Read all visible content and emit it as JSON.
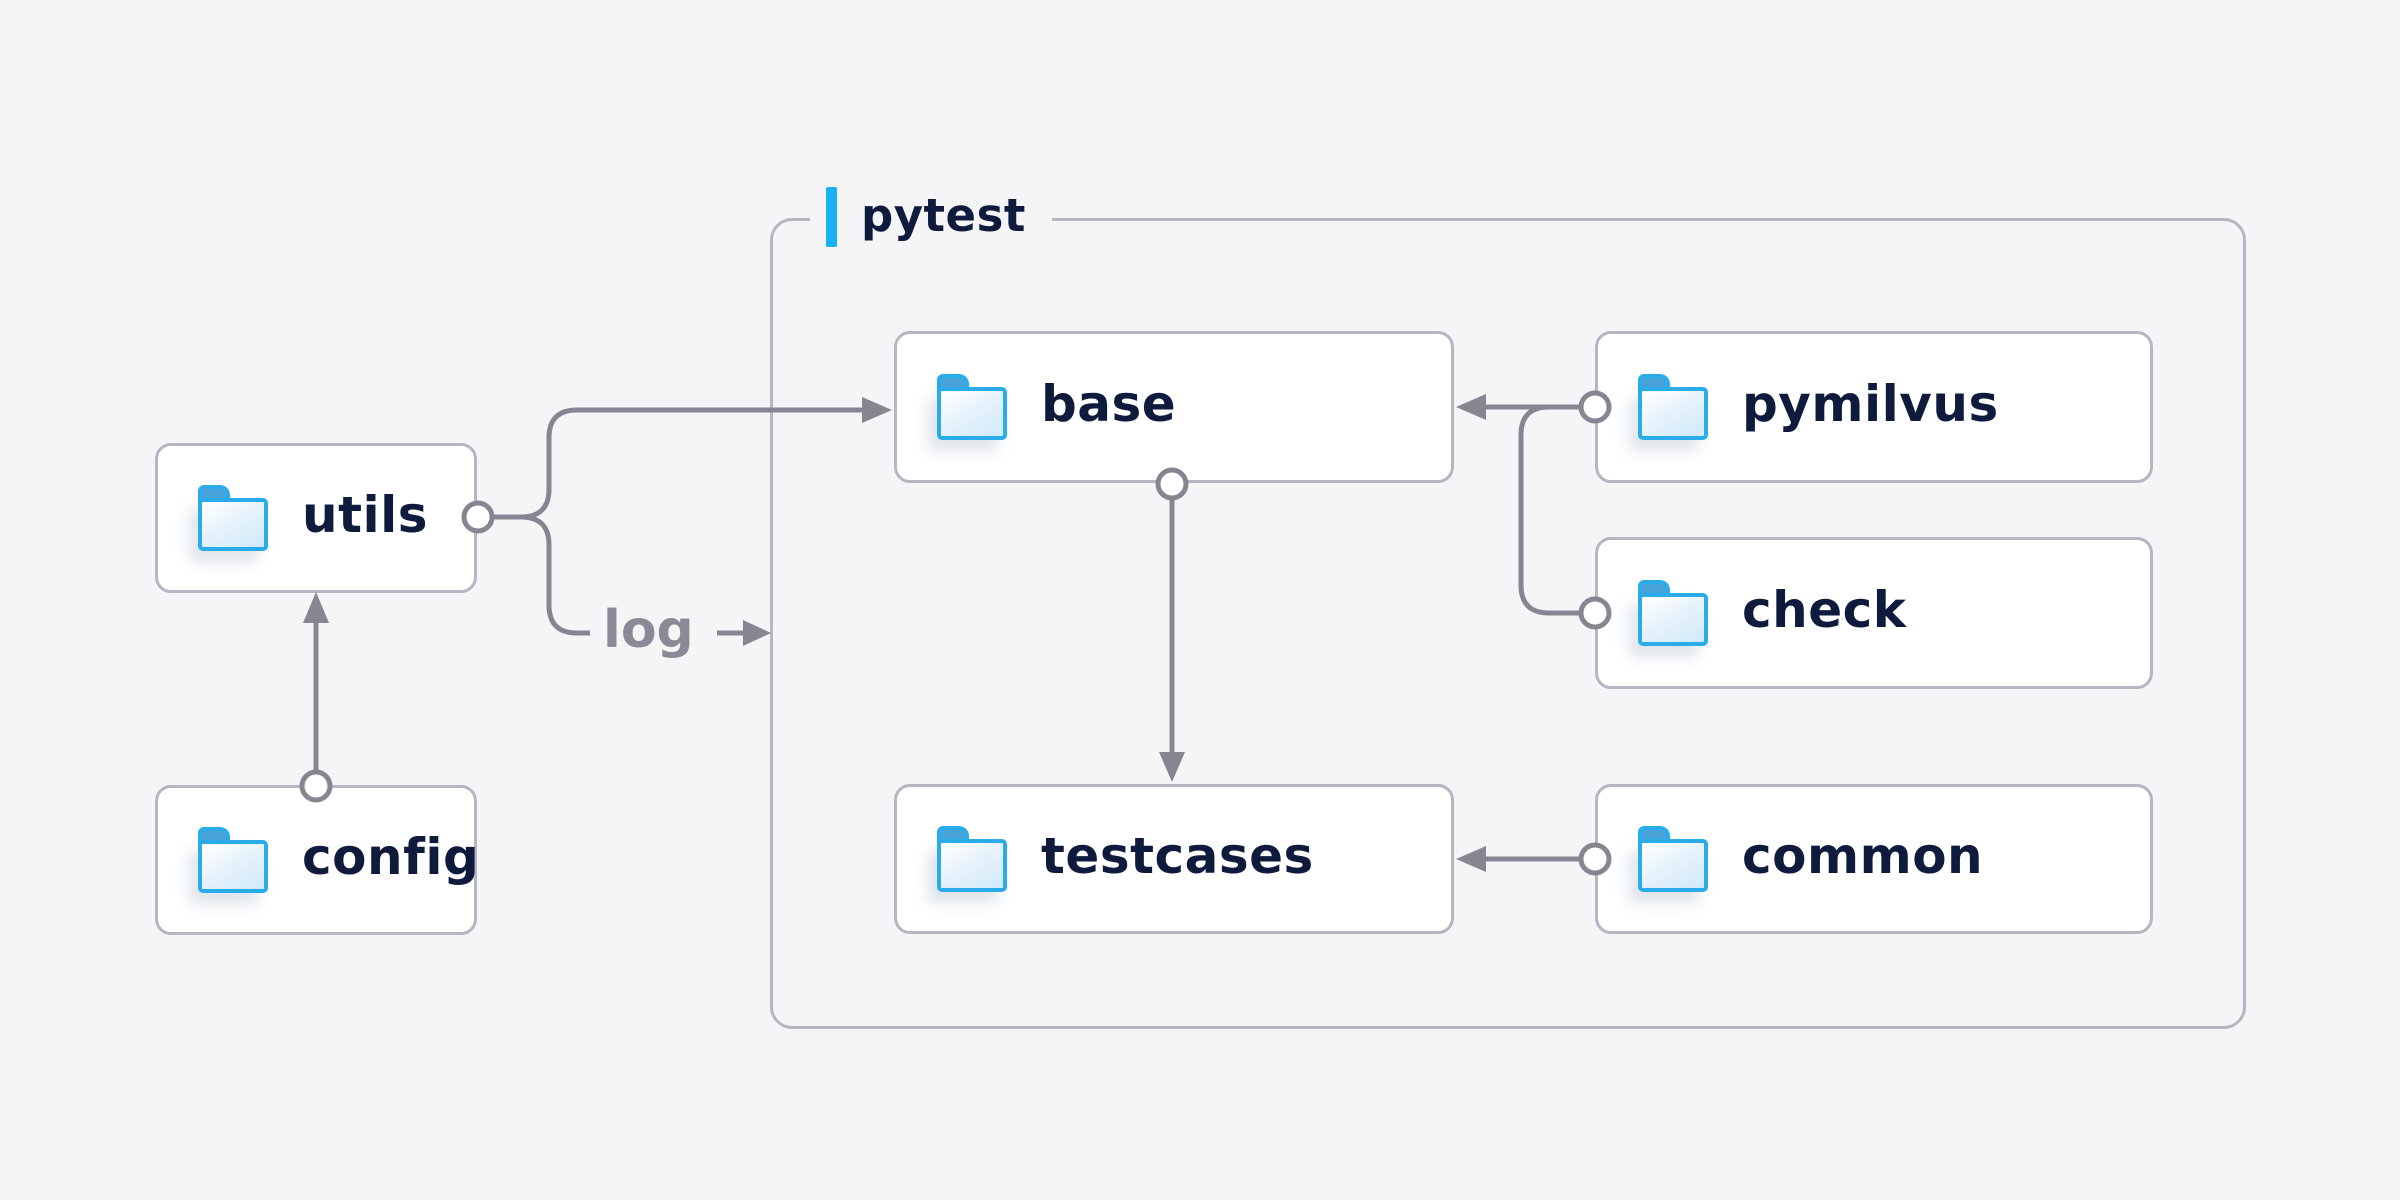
{
  "container": {
    "label": "pytest"
  },
  "nodes": {
    "utils": {
      "label": "utils"
    },
    "config": {
      "label": "config"
    },
    "base": {
      "label": "base"
    },
    "testcases": {
      "label": "testcases"
    },
    "pymilvus": {
      "label": "pymilvus"
    },
    "check": {
      "label": "check"
    },
    "common": {
      "label": "common"
    }
  },
  "labels": {
    "log": "log"
  },
  "edges": [
    {
      "from": "config",
      "to": "utils",
      "type": "arrow"
    },
    {
      "from": "utils",
      "to": "base",
      "type": "arrow"
    },
    {
      "from": "utils",
      "to": "log",
      "type": "arrow",
      "label": "log"
    },
    {
      "from": "pymilvus",
      "to": "base",
      "type": "arrow"
    },
    {
      "from": "check",
      "to": "base",
      "type": "arrow"
    },
    {
      "from": "base",
      "to": "testcases",
      "type": "arrow"
    },
    {
      "from": "common",
      "to": "testcases",
      "type": "arrow"
    }
  ],
  "colors": {
    "background": "#f5f5f7",
    "node_fill": "#ffffff",
    "node_border": "#b6b6c3",
    "connector": "#868692",
    "text": "#0f1b3d",
    "edge_label_text": "#8a8a96",
    "accent_blue": "#17b2f5",
    "folder_border": "#29ace9",
    "folder_tab": "#4aa3d8"
  }
}
